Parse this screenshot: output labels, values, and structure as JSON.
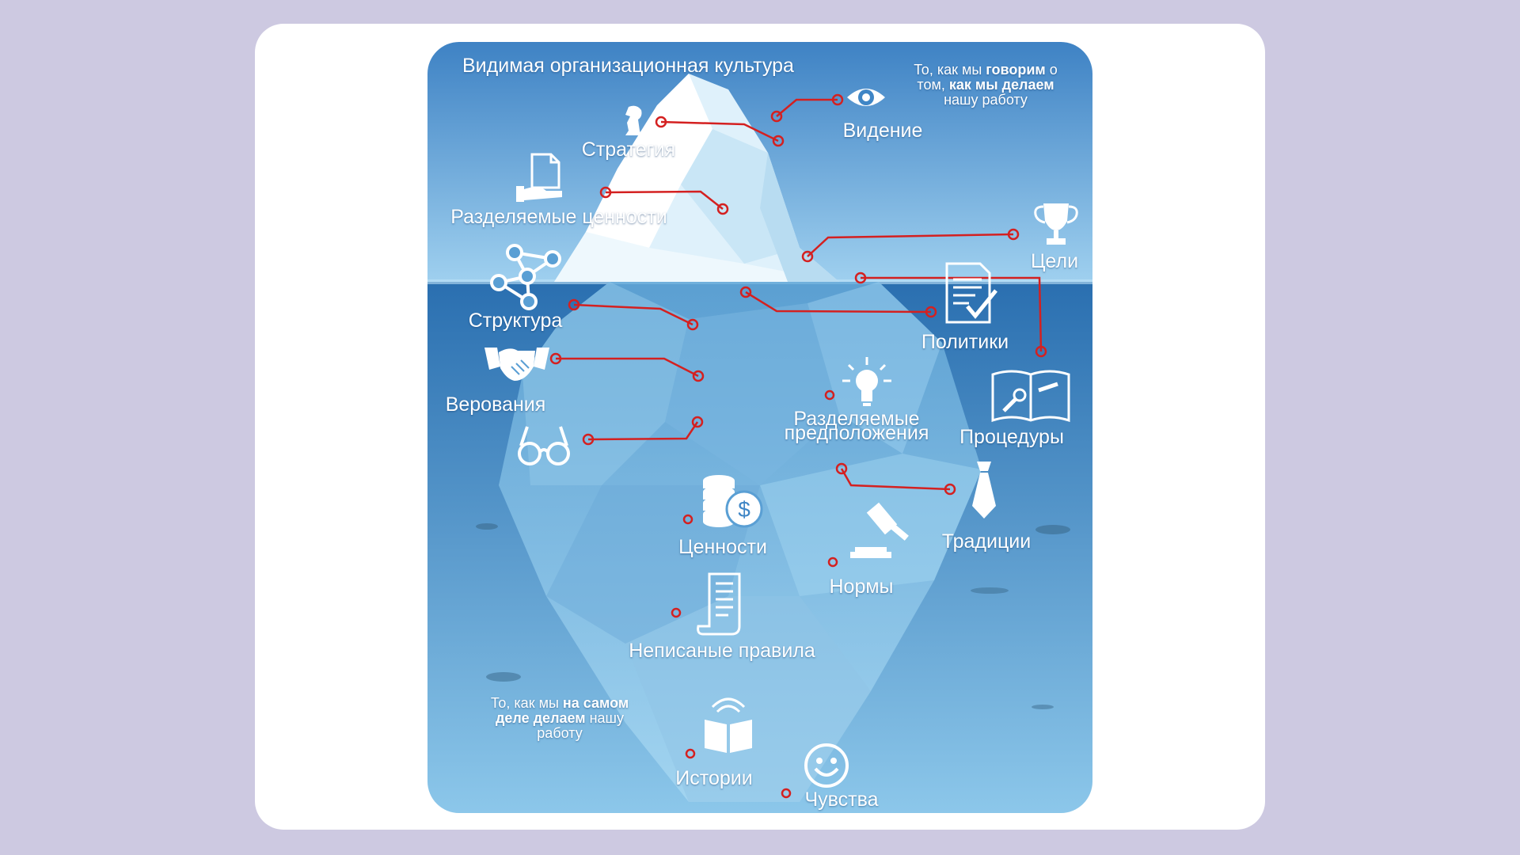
{
  "title": "Видимая организационная культура",
  "note_top": {
    "part1": "То, как мы ",
    "bold1": "говорим",
    "part2": " о том, ",
    "bold2": "как мы делаем",
    "part3": " нашу работу"
  },
  "note_bottom": {
    "part1": "То, как мы ",
    "bold1": "на самом деле делаем",
    "part2": " нашу работу"
  },
  "labels": {
    "vision": "Видение",
    "strategy": "Стратегия",
    "shared_values": "Разделяемые ценности",
    "goals": "Цели",
    "structure": "Структура",
    "policies": "Политики",
    "beliefs": "Верования",
    "shared_assumptions_1": "Разделяемые",
    "shared_assumptions_2": "предположения",
    "procedures": "Процедуры",
    "values": "Ценности",
    "traditions": "Традиции",
    "norms": "Нормы",
    "unwritten_rules": "Неписаные правила",
    "stories": "Истории",
    "feelings": "Чувства"
  },
  "colors": {
    "page_bg": "#cdc9e1",
    "card": "#ffffff",
    "sky_top": "#3e82c4",
    "sky_bottom": "#9fd0ef",
    "water_top": "#2a6fb0",
    "water_bottom": "#8cc7ea",
    "connector": "#d42020",
    "text": "#ffffff"
  },
  "icons": [
    "eye-icon",
    "chess-knight-icon",
    "document-hand-icon",
    "trophy-icon",
    "network-icon",
    "checklist-icon",
    "handshake-icon",
    "glasses-icon",
    "lightbulb-icon",
    "manual-wrench-icon",
    "coins-dollar-icon",
    "tie-icon",
    "gavel-icon",
    "scroll-icon",
    "open-book-icon",
    "smiley-icon"
  ]
}
